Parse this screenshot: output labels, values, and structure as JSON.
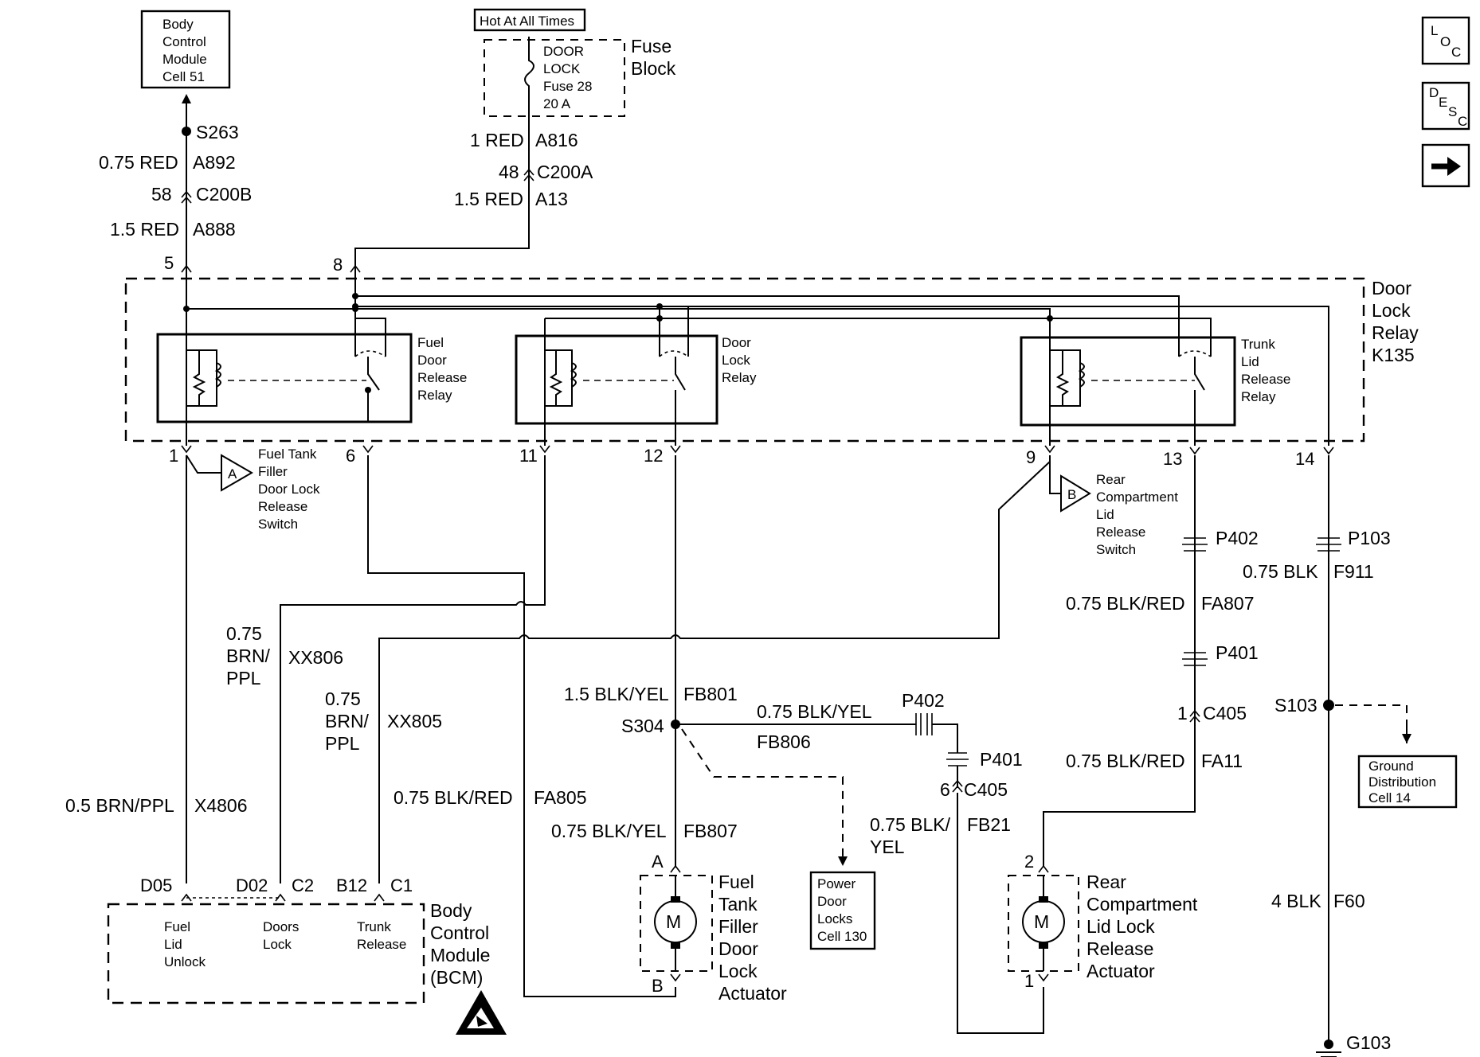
{
  "header": {
    "hot_at_all_times": "Hot At All Times",
    "fuse_block": [
      "Fuse",
      "Block"
    ],
    "fuse_text": [
      "DOOR",
      "LOCK",
      "Fuse 28",
      "20 A"
    ],
    "bcm_ref": [
      "Body",
      "Control",
      "Module",
      "Cell 51"
    ]
  },
  "nav": {
    "loc": {
      "a": "L",
      "b": "O",
      "c": "C"
    },
    "desc": {
      "a": "D",
      "b": "E",
      "c": "S",
      "d": "C"
    },
    "next_icon": "arrow-right-icon"
  },
  "wires_top": {
    "s263": "S263",
    "w_a892_size": "0.75 RED",
    "w_a892_id": "A892",
    "c200b_pin": "58",
    "c200b": "C200B",
    "w_a888_size": "1.5 RED",
    "w_a888_id": "A888",
    "w_a816_size": "1 RED",
    "w_a816_id": "A816",
    "c200a_pin": "48",
    "c200a": "C200A",
    "w_a13_size": "1.5 RED",
    "w_a13_id": "A13",
    "pin5": "5",
    "pin8": "8"
  },
  "relay_module": {
    "title": [
      "Door",
      "Lock",
      "Relay",
      "K135"
    ],
    "relay1": [
      "Fuel",
      "Door",
      "Release",
      "Relay"
    ],
    "relay2": [
      "Door",
      "Lock",
      "Relay"
    ],
    "relay3": [
      "Trunk",
      "Lid",
      "Release",
      "Relay"
    ],
    "pins": {
      "p1": "1",
      "p6": "6",
      "p11": "11",
      "p12": "12",
      "p9": "9",
      "p13": "13",
      "p14": "14"
    }
  },
  "switches": {
    "a_letter": "A",
    "a_label": [
      "Fuel Tank",
      "Filler",
      "Door Lock",
      "Release",
      "Switch"
    ],
    "b_letter": "B",
    "b_label": [
      "Rear",
      "Compartment",
      "Lid",
      "Release",
      "Switch"
    ]
  },
  "wires_mid": {
    "p402a": "P402",
    "p103": "P103",
    "f911_size": "0.75 BLK",
    "f911_id": "F911",
    "fa807_size": "0.75 BLK/RED",
    "fa807_id": "FA807",
    "p401a": "P401",
    "c405a_pin": "1",
    "c405a": "C405",
    "s103": "S103",
    "fa11_size": "0.75 BLK/RED",
    "fa11_id": "FA11",
    "xx806_size": [
      "0.75",
      "BRN/",
      "PPL"
    ],
    "xx806_id": "XX806",
    "xx805_size": [
      "0.75",
      "BRN/",
      "PPL"
    ],
    "xx805_id": "XX805",
    "x4806_size": "0.5 BRN/PPL",
    "x4806_id": "X4806",
    "fa805_size": "0.75 BLK/RED",
    "fa805_id": "FA805",
    "fb801_size": "1.5 BLK/YEL",
    "fb801_id": "FB801",
    "s304": "S304",
    "fb806_size": "0.75 BLK/YEL",
    "fb806_id": "FB806",
    "p402b": "P402",
    "p401b": "P401",
    "c405b_pin": "6",
    "c405b": "C405",
    "fb807_size": "0.75 BLK/YEL",
    "fb807_id": "FB807",
    "fb21_size": [
      "0.75 BLK/",
      "YEL"
    ],
    "fb21_id": "FB21",
    "f60_size": "4 BLK",
    "f60_id": "F60",
    "g103": "G103"
  },
  "refs": {
    "ground_dist": [
      "Ground",
      "Distribution",
      "Cell 14"
    ],
    "power_door": [
      "Power",
      "Door",
      "Locks",
      "Cell 130"
    ]
  },
  "bcm": {
    "pins": {
      "d05": "D05",
      "d02": "D02",
      "c2": "C2",
      "b12": "B12",
      "c1": "C1"
    },
    "fuel_lid": [
      "Fuel",
      "Lid",
      "Unlock"
    ],
    "doors_lock": [
      "Doors",
      "Lock"
    ],
    "trunk_release": [
      "Trunk",
      "Release"
    ],
    "title": [
      "Body",
      "Control",
      "Module",
      "(BCM)"
    ],
    "esd_icon": "esd-warning-icon"
  },
  "actuators": {
    "fuel_pin_a": "A",
    "fuel_pin_b": "B",
    "motor_m1": "M",
    "fuel_label": [
      "Fuel",
      "Tank",
      "Filler",
      "Door",
      "Lock",
      "Actuator"
    ],
    "rear_pin_2": "2",
    "rear_pin_1": "1",
    "motor_m2": "M",
    "rear_label": [
      "Rear",
      "Compartment",
      "Lid Lock",
      "Release",
      "Actuator"
    ]
  }
}
